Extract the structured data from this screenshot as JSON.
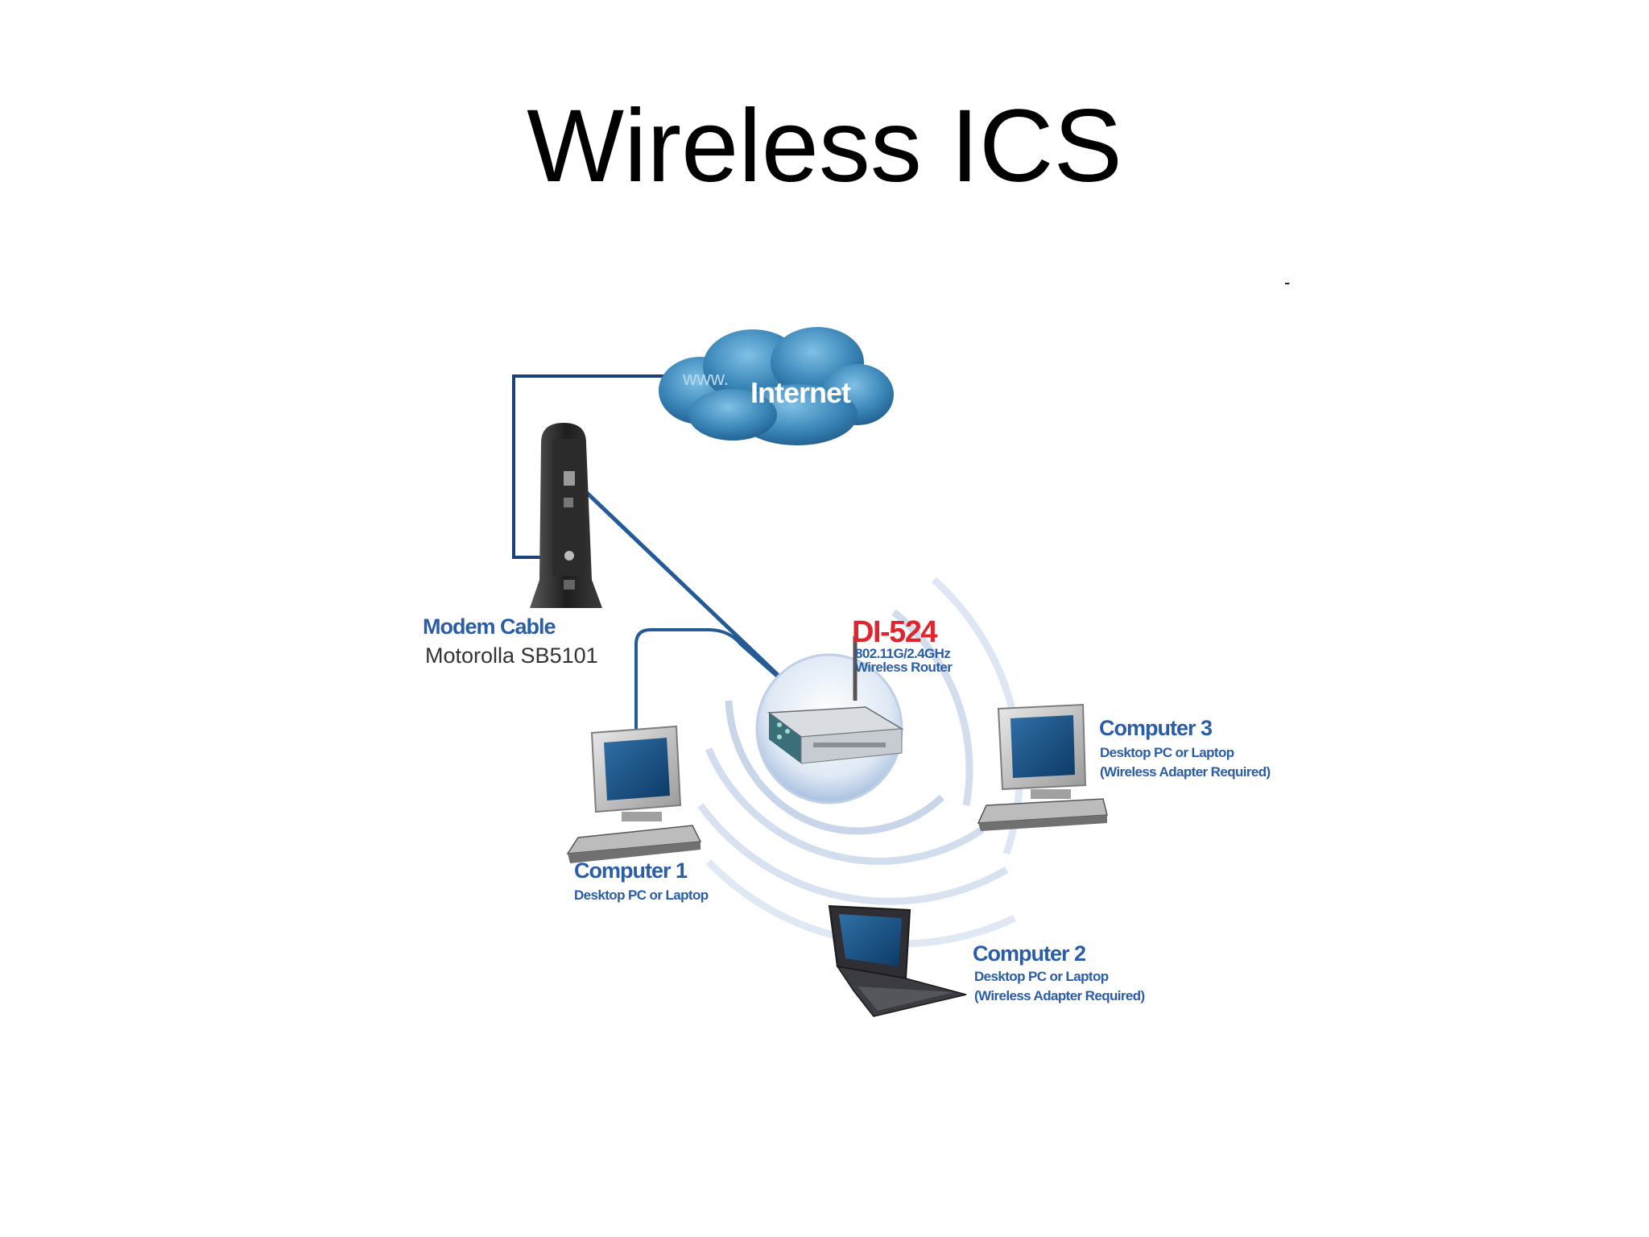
{
  "slide": {
    "title": "Wireless ICS",
    "stray_mark": "-"
  },
  "diagram": {
    "internet": {
      "prefix": "www.",
      "label": "Internet"
    },
    "modem": {
      "title": "Modem Cable",
      "model": "Motorolla SB5101"
    },
    "router": {
      "title": "DI-524",
      "line1": "802.11G/2.4GHz",
      "line2": "Wireless Router"
    },
    "computer1": {
      "title": "Computer 1",
      "line1": "Desktop PC or Laptop"
    },
    "computer2": {
      "title": "Computer 2",
      "line1": "Desktop PC or Laptop",
      "line2": "(Wireless Adapter Required)"
    },
    "computer3": {
      "title": "Computer 3",
      "line1": "Desktop PC or Laptop",
      "line2": "(Wireless Adapter Required)"
    }
  },
  "colors": {
    "label_blue": "#2a5da8",
    "router_red": "#e1252f",
    "cloud_blue": "#3a86b8",
    "cable": "#1d3f7a"
  }
}
